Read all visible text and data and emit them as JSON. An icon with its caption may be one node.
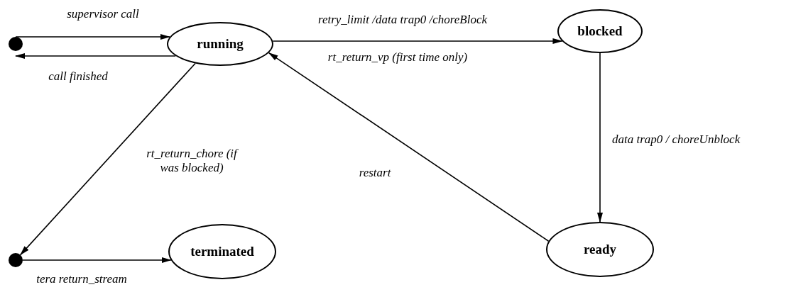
{
  "diagram": {
    "nodes": [
      {
        "text": [],
        "shape": "circle"
      },
      {
        "text": [
          "running"
        ]
      },
      {
        "text": [
          "blocked"
        ]
      },
      {
        "text": [
          "ready"
        ]
      },
      {
        "text": [],
        "shape": "circle"
      },
      {
        "text": [
          "terminated"
        ]
      }
    ],
    "edges": [
      {
        "from": 0,
        "to": 1,
        "arrow": "to",
        "label": "supervisor call"
      },
      {
        "from": 1,
        "to": 0,
        "arrow": "to",
        "label": "call finished"
      },
      {
        "from": 1,
        "to": 2,
        "arrow": "to",
        "label": "retry_limit /data trap0 /choreBlock"
      },
      {
        "from": 2,
        "to": 3,
        "arrow": "to",
        "label": "data trap0 / choreUnblock"
      },
      {
        "from": 3,
        "to": 1,
        "arrow": "to",
        "label": "restart"
      },
      {
        "from": 1,
        "to": 4,
        "arrow": "to",
        "label": "rt_return_chore (if was blocked)"
      },
      {
        "from": 4,
        "to": 5,
        "arrow": "to",
        "label": "tera return_stream"
      }
    ],
    "labels": [
      "rt_return_vp (first time only)"
    ]
  }
}
